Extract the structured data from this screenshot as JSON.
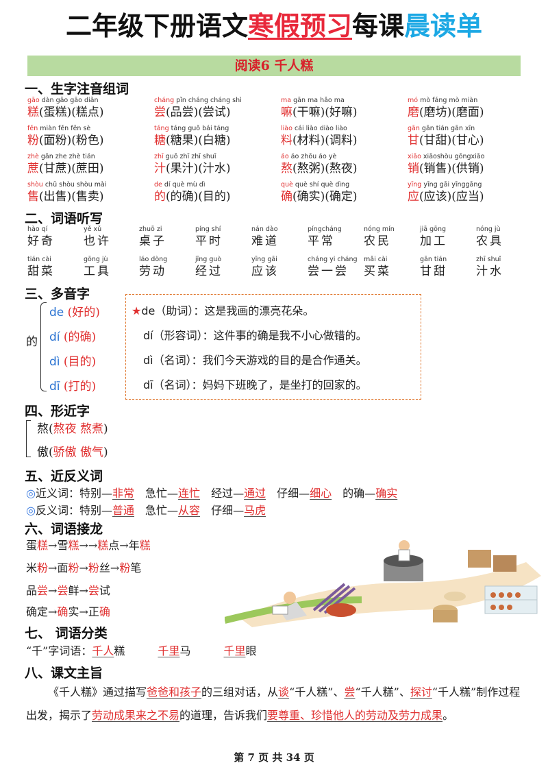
{
  "title": {
    "part1": "二年级下册语文",
    "part2": "寒假预习",
    "part3": "每课",
    "part4": "晨读单"
  },
  "lesson": "阅读6  千人糕",
  "sections": {
    "s1": "一、生字注音组词",
    "s2": "二、词语听写",
    "s3": "三、多音字",
    "s4": "四、形近字",
    "s5": "五、近反义词",
    "s6": "六、词语接龙",
    "s7": "七、 词语分类",
    "s8": "八、课文主旨"
  },
  "chars": [
    [
      {
        "py1": "gāo",
        "py2": "dàn gāo    gāo diǎn",
        "c": "糕",
        "w": "(蛋糕)(糕点)"
      },
      {
        "py1": "cháng",
        "py2": "pǐn cháng    cháng shì",
        "c": "尝",
        "w": "(品尝)(尝试)"
      },
      {
        "py1": "ma",
        "py2": "gān ma       hǎo ma",
        "c": "嘛",
        "w": "(干嘛)(好嘛)"
      },
      {
        "py1": "mó",
        "py2": "mò fáng    mò miàn",
        "c": "磨",
        "w": "(磨坊)(磨面)"
      }
    ],
    [
      {
        "py1": "fěn",
        "py2": "miàn fěn    fěn sè",
        "c": "粉",
        "w": "(面粉)(粉色)"
      },
      {
        "py1": "táng",
        "py2": "táng guǒ    bái táng",
        "c": "糖",
        "w": "(糖果)(白糖)"
      },
      {
        "py1": "liào",
        "py2": "cái liào    diào liào",
        "c": "料",
        "w": "(材料)(调料)"
      },
      {
        "py1": "gān",
        "py2": "gān tián    gān xīn",
        "c": "甘",
        "w": "(甘甜)(甘心)"
      }
    ],
    [
      {
        "py1": "zhè",
        "py2": "gān zhe     zhè tián",
        "c": "蔗",
        "w": "(甘蔗)(蔗田)"
      },
      {
        "py1": "zhī",
        "py2": "guǒ zhī    zhī shuǐ",
        "c": "汁",
        "w": "(果汁)(汁水)"
      },
      {
        "py1": "áo",
        "py2": "áo zhōu    áo yè",
        "c": "熬",
        "w": "(熬粥)(熬夜)"
      },
      {
        "py1": "xiāo",
        "py2": "xiāoshòu   gōngxiāo",
        "c": "销",
        "w": "(销售)(供销)"
      }
    ],
    [
      {
        "py1": "shòu",
        "py2": "chū shòu   shòu mài",
        "c": "售",
        "w": "(出售)(售卖)"
      },
      {
        "py1": "de",
        "py2": "dí  què     mù  dì",
        "c": "的",
        "w": "(的确)(目的)"
      },
      {
        "py1": "què",
        "py2": "què shí    què dìng",
        "c": "确",
        "w": "(确实)(确定)"
      },
      {
        "py1": "yīng",
        "py2": "yīng gāi    yīnggāng",
        "c": "应",
        "w": "(应该)(应当)"
      }
    ]
  ],
  "dictation": [
    [
      {
        "py": "hào  qí",
        "w": "好奇"
      },
      {
        "py": "yě  xǔ",
        "w": "也许"
      },
      {
        "py": "zhuō  zi",
        "w": "桌子"
      },
      {
        "py": "píng shí",
        "w": "平时"
      },
      {
        "py": "nán dào",
        "w": "难道"
      },
      {
        "py": "píngcháng",
        "w": "平常"
      },
      {
        "py": "nóng mín",
        "w": "农民"
      },
      {
        "py": "jiā gōng",
        "w": "加工"
      },
      {
        "py": "nóng  jù",
        "w": "农具"
      }
    ],
    [
      {
        "py": "tián cài",
        "w": "甜菜"
      },
      {
        "py": "gōng jù",
        "w": "工具"
      },
      {
        "py": "láo dòng",
        "w": "劳动"
      },
      {
        "py": "jīng guò",
        "w": "经过"
      },
      {
        "py": "yīng gāi",
        "w": "应该"
      },
      {
        "py": "cháng yi cháng",
        "w": "尝一尝"
      },
      {
        "py": "mǎi cài",
        "w": "买菜"
      },
      {
        "py": "gān tián",
        "w": "甘甜"
      },
      {
        "py": "zhī shuǐ",
        "w": "汁水"
      }
    ]
  ],
  "polyphone": {
    "char": "的",
    "items": [
      {
        "py": "de",
        "w": "(好的)"
      },
      {
        "py": "dí",
        "w": "(的确)"
      },
      {
        "py": "dì",
        "w": "(目的)"
      },
      {
        "py": "dī",
        "w": "(打的)"
      }
    ],
    "lines": [
      {
        "star": "★",
        "py": "de",
        "t": "（助词）：这是我画的漂亮花朵。"
      },
      {
        "star": "",
        "py": "dí",
        "t": "（形容词）：这件事的确是我不小心做错的。"
      },
      {
        "star": "",
        "py": "dì",
        "t": "（名词）：我们今天游戏的目的是合作通关。"
      },
      {
        "star": "",
        "py": "dī",
        "t": "（名词）：妈妈下班晚了，是坐打的回家的。"
      }
    ]
  },
  "similar": [
    {
      "c": "熬(",
      "a": "熬夜  熬煮",
      "e": ")"
    },
    {
      "c": "傲(",
      "a": "骄傲  傲气",
      "e": ")"
    }
  ],
  "synonyms": {
    "dot": "◎",
    "label": "近义词：",
    "pairs": [
      {
        "q": "特别—",
        "a": "非常"
      },
      {
        "q": "急忙—",
        "a": "连忙"
      },
      {
        "q": "经过—",
        "a": "通过"
      },
      {
        "q": "仔细—",
        "a": "细心"
      },
      {
        "q": "的确—",
        "a": "确实"
      }
    ]
  },
  "antonyms": {
    "dot": "◎",
    "label": "反义词：",
    "pairs": [
      {
        "q": "特别—",
        "a": "普通"
      },
      {
        "q": "急忙—",
        "a": "从容"
      },
      {
        "q": "仔细—",
        "a": "马虎"
      }
    ]
  },
  "chains": [
    [
      {
        "t": "蛋",
        "r": false
      },
      {
        "t": "糕",
        "r": true
      },
      {
        "t": "→雪",
        "r": false
      },
      {
        "t": "糕",
        "r": true
      },
      {
        "t": "→→",
        "r": false
      },
      {
        "t": "糕",
        "r": true
      },
      {
        "t": "点→年",
        "r": false
      },
      {
        "t": "糕",
        "r": true
      }
    ],
    [
      {
        "t": "米",
        "r": false
      },
      {
        "t": "粉",
        "r": true
      },
      {
        "t": "→面",
        "r": false
      },
      {
        "t": "粉",
        "r": true
      },
      {
        "t": "→",
        "r": false
      },
      {
        "t": "粉",
        "r": true
      },
      {
        "t": "丝→",
        "r": false
      },
      {
        "t": "粉",
        "r": true
      },
      {
        "t": "笔",
        "r": false
      }
    ],
    [
      {
        "t": "品",
        "r": false
      },
      {
        "t": "尝",
        "r": true
      },
      {
        "t": "→",
        "r": false
      },
      {
        "t": "尝",
        "r": true
      },
      {
        "t": "鲜→",
        "r": false
      },
      {
        "t": "尝",
        "r": true
      },
      {
        "t": "试",
        "r": false
      }
    ],
    [
      {
        "t": "确定→",
        "r": false
      },
      {
        "t": "确",
        "r": true
      },
      {
        "t": "实→正",
        "r": false
      },
      {
        "t": "确",
        "r": true
      }
    ]
  ],
  "classify": {
    "label": "“千”字词语：",
    "items": [
      {
        "a": "千人",
        "s": "糕"
      },
      {
        "a": "千里",
        "s": "马"
      },
      {
        "a": "千里",
        "s": "眼"
      }
    ]
  },
  "theme": [
    {
      "t": "《千人糕》通过描写",
      "a": false
    },
    {
      "t": "爸爸和孩子",
      "a": true
    },
    {
      "t": "的三组对话，从",
      "a": false
    },
    {
      "t": "谈",
      "a": true
    },
    {
      "t": "“千人糕”、",
      "a": false
    },
    {
      "t": "尝",
      "a": true
    },
    {
      "t": "“千人糕”、",
      "a": false
    },
    {
      "t": "探讨",
      "a": true
    },
    {
      "t": "“千人糕”制作过程出发，揭示了",
      "a": false
    },
    {
      "t": "劳动成果来之不易",
      "a": true
    },
    {
      "t": "的道理，告诉我们",
      "a": false
    },
    {
      "t": "要尊重、珍惜他人的劳动及劳力成果",
      "a": true
    },
    {
      "t": "。",
      "a": false
    }
  ],
  "footer": "第 7 页 共 34 页",
  "colors": {
    "red": "#e8283a",
    "blue": "#1ca8e4",
    "green_bar": "#b8dba0",
    "box_border": "#e07830"
  }
}
